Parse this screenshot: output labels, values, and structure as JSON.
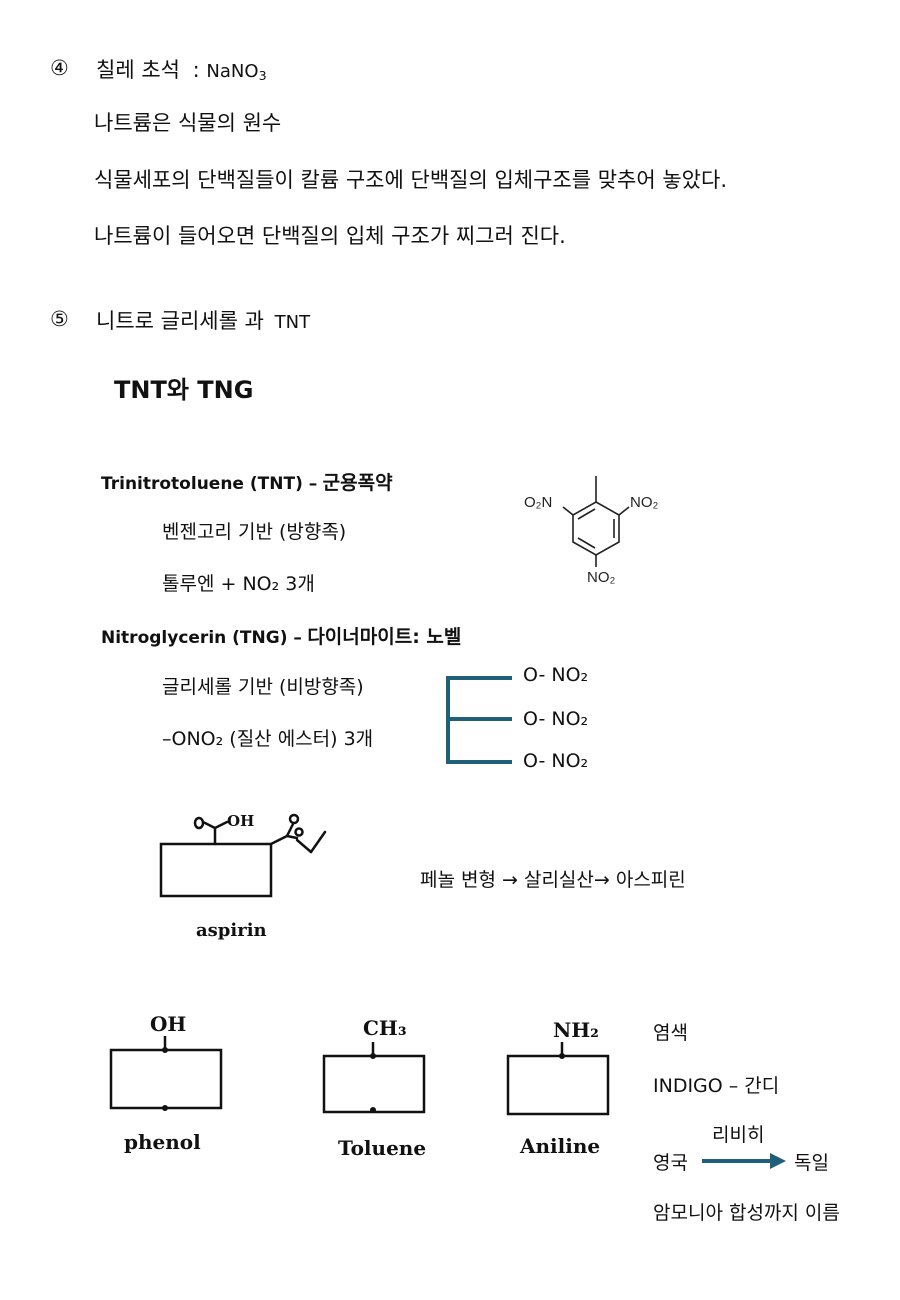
{
  "section4": {
    "marker": "④",
    "title": "칠레 초석",
    "sep": ":",
    "formula": "NaNO",
    "formula_sub": "3",
    "lines": [
      "나트륨은 식물의 원수",
      "식물세포의 단백질들이 칼륨 구조에  단백질의 입체구조를  맞추어 놓았다.",
      "나트륨이 들어오면 단백질의 입체 구조가 찌그러 진다."
    ]
  },
  "section5": {
    "marker": "⑤",
    "title": "니트로 글리세롤 과",
    "title_tnt": "TNT",
    "heading": "TNT와 TNG"
  },
  "tnt": {
    "name": "Trinitrotoluene (TNT) –",
    "use": "군용폭약",
    "line1": "벤젠고리 기반 (방향족)",
    "line2": "톨루엔 +  NO₂ 3개",
    "structure_labels": {
      "left": "O₂N",
      "right": "NO₂",
      "bottom": "NO₂"
    }
  },
  "tng": {
    "name": "Nitroglycerin (TNG) –",
    "use": "다이너마이트: 노벨",
    "line1": "글리세롤 기반 (비방향족)",
    "line2": "–ONO₂ (질산 에스터) 3개",
    "branches": [
      "O- NO₂",
      "O- NO₂",
      "O- NO₂"
    ],
    "bracket_color": "#1f5f7a"
  },
  "aspirin": {
    "label": "aspirin",
    "oh_label": "OH",
    "pathway": "페놀 변형 → 살리실산→ 아스피린"
  },
  "compounds": [
    {
      "group": "OH",
      "name": "phenol"
    },
    {
      "group": "CH₃",
      "name": "Toluene"
    },
    {
      "group": "NH₂",
      "name": "Aniline"
    }
  ],
  "dye": {
    "title": "염색",
    "indigo": "INDIGO – 간디",
    "arrow_label": "리비히",
    "from": "영국",
    "to": "독일",
    "last": "암모니아 합성까지 이름",
    "arrow_color": "#1f5f7a"
  }
}
